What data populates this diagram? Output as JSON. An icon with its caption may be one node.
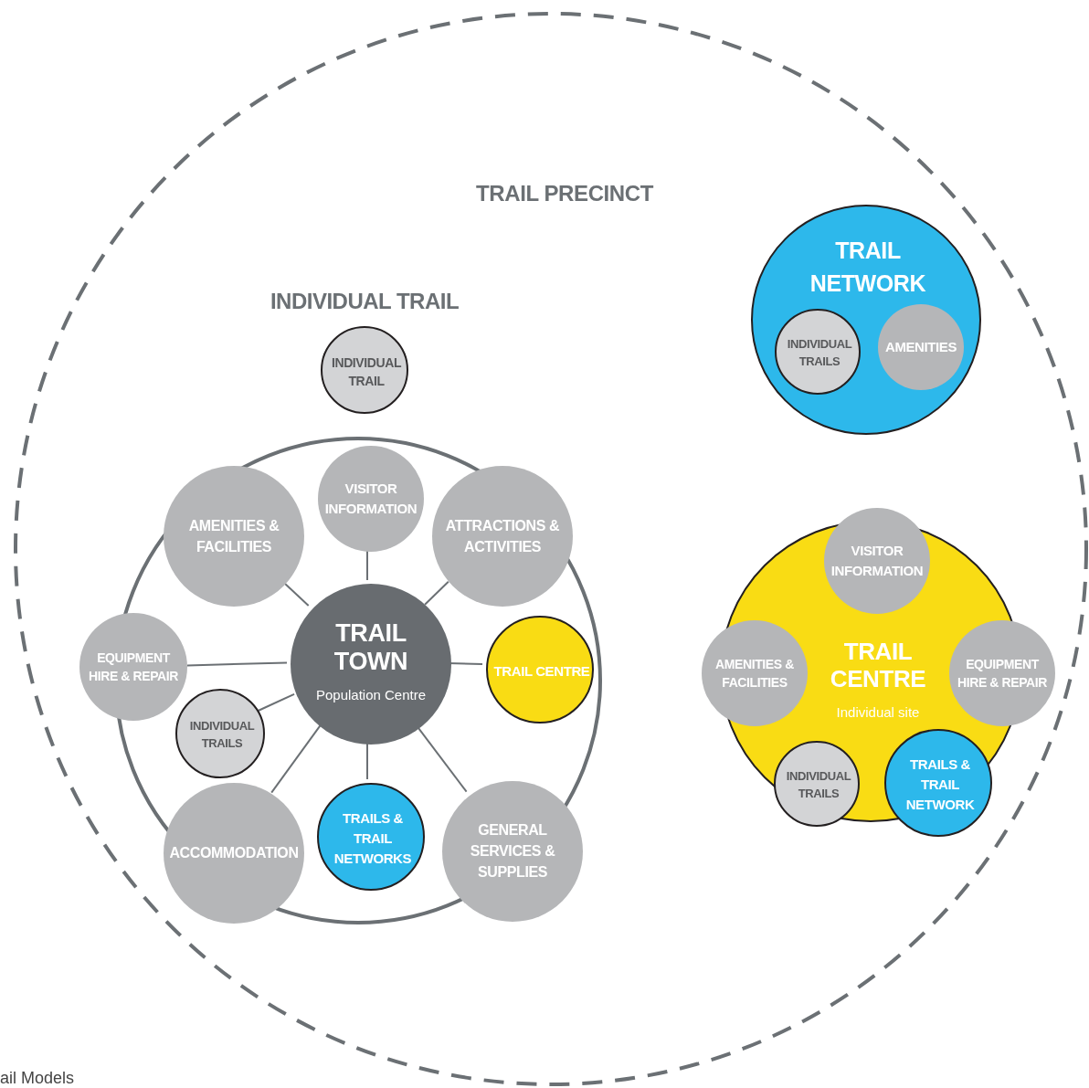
{
  "diagram": {
    "nodes": [
      {
        "text": [
          "TRAIL PRECINCT"
        ]
      },
      {
        "text": [
          "INDIVIDUAL TRAIL"
        ],
        "in": 0,
        "beside": [
          "INDIVIDUAL TRAIL"
        ]
      },
      {
        "text": [],
        "shape": "circle",
        "in": 0
      },
      {
        "text": [
          "TRAIL TOWN",
          "Population Centre"
        ],
        "in": 2
      },
      {
        "text": [
          "VISITOR INFORMATION"
        ],
        "in": 2
      },
      {
        "text": [
          "AMENITIES & FACILITIES"
        ],
        "in": 2
      },
      {
        "text": [
          "ATTRACTIONS & ACTIVITIES"
        ],
        "in": 2
      },
      {
        "text": [
          "EQUIPMENT HIRE & REPAIR"
        ],
        "in": 0
      },
      {
        "text": [
          "TRAIL CENTRE"
        ],
        "in": 2
      },
      {
        "text": [
          "INDIVIDUAL TRAILS"
        ],
        "in": 2
      },
      {
        "text": [
          "ACCOMMODATION"
        ],
        "in": 2
      },
      {
        "text": [
          "TRAILS & TRAIL NETWORKS"
        ],
        "in": 2
      },
      {
        "text": [
          "GENERAL SERVICES & SUPPLIES"
        ],
        "in": 2
      },
      {
        "text": [
          "TRAIL NETWORK"
        ],
        "in": 0
      },
      {
        "text": [
          "INDIVIDUAL TRAILS"
        ],
        "in": 13
      },
      {
        "text": [
          "AMENITIES"
        ],
        "in": 13
      },
      {
        "text": [
          "TRAIL CENTRE",
          "Individual site"
        ],
        "in": 0
      },
      {
        "text": [
          "VISITOR INFORMATION"
        ],
        "in": 0
      },
      {
        "text": [
          "AMENITIES & FACILITIES"
        ],
        "in": 0
      },
      {
        "text": [
          "EQUIPMENT HIRE & REPAIR"
        ],
        "in": 0
      },
      {
        "text": [
          "INDIVIDUAL TRAILS"
        ],
        "in": 16
      },
      {
        "text": [
          "TRAILS & TRAIL NETWORK"
        ],
        "in": 0
      }
    ],
    "edges": [
      {
        "from": 3,
        "to": 4,
        "arrow": "none"
      },
      {
        "from": 3,
        "to": 5,
        "arrow": "none"
      },
      {
        "from": 3,
        "to": 6,
        "arrow": "none"
      },
      {
        "from": 3,
        "to": 7,
        "arrow": "none"
      },
      {
        "from": 3,
        "to": 8,
        "arrow": "none"
      },
      {
        "from": 3,
        "to": 9,
        "arrow": "none"
      },
      {
        "from": 3,
        "to": 10,
        "arrow": "none"
      },
      {
        "from": 3,
        "to": 11,
        "arrow": "none"
      },
      {
        "from": 3,
        "to": 12,
        "arrow": "none"
      }
    ],
    "labels": [
      "ail Models"
    ]
  }
}
